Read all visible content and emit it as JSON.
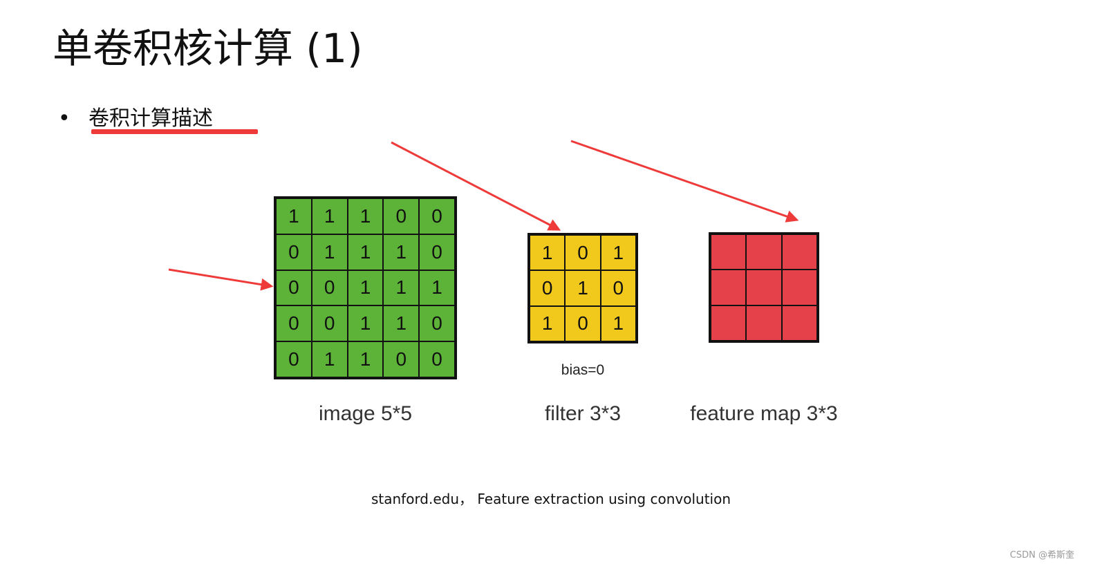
{
  "title": "单卷积核计算 (1)",
  "bullet": {
    "marker": "•",
    "text": "卷积计算描述"
  },
  "image": {
    "caption": "image 5*5",
    "color": "#5cb338",
    "values": [
      [
        "1",
        "1",
        "1",
        "0",
        "0"
      ],
      [
        "0",
        "1",
        "1",
        "1",
        "0"
      ],
      [
        "0",
        "0",
        "1",
        "1",
        "1"
      ],
      [
        "0",
        "0",
        "1",
        "1",
        "0"
      ],
      [
        "0",
        "1",
        "1",
        "0",
        "0"
      ]
    ]
  },
  "filter": {
    "caption": "filter 3*3",
    "color": "#f1c81c",
    "bias_label": "bias=0",
    "values": [
      [
        "1",
        "0",
        "1"
      ],
      [
        "0",
        "1",
        "0"
      ],
      [
        "1",
        "0",
        "1"
      ]
    ]
  },
  "feature_map": {
    "caption": "feature map 3*3",
    "color": "#e5414a",
    "values": [
      [
        "",
        "",
        ""
      ],
      [
        "",
        "",
        ""
      ],
      [
        "",
        "",
        ""
      ]
    ]
  },
  "source": "stanford.edu， Feature extraction using convolution",
  "watermark": "CSDN @希斯奎",
  "annotation_color": "#ef3a3a"
}
